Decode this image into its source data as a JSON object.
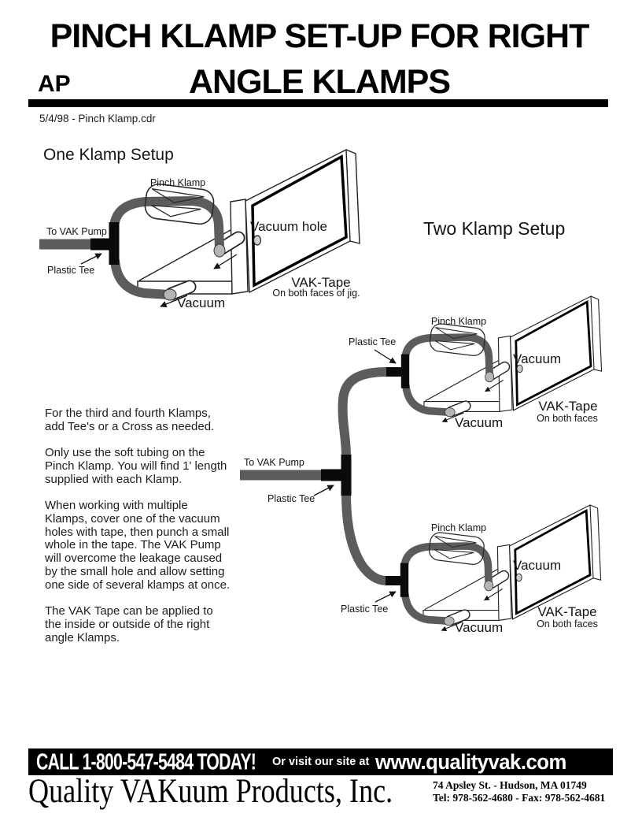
{
  "header": {
    "title_line1": "PINCH KLAMP SET-UP FOR RIGHT",
    "code": "AP",
    "title_line2": "ANGLE KLAMPS",
    "file_note": "5/4/98 - Pinch Klamp.cdr"
  },
  "diagrams": {
    "one_klamp": {
      "title": "One Klamp Setup",
      "pinch_klamp": "Pinch Klamp",
      "to_vak_pump": "To VAK Pump",
      "plastic_tee": "Plastic Tee",
      "vacuum_hole": "Vacuum hole",
      "vacuum": "Vacuum",
      "vak_tape": "VAK-Tape",
      "vak_tape_note": "On both faces of jig."
    },
    "two_klamp": {
      "title": "Two Klamp Setup",
      "to_vak_pump": "To VAK Pump",
      "plastic_tee_main": "Plastic Tee",
      "upper": {
        "pinch_klamp": "Pinch Klamp",
        "plastic_tee": "Plastic Tee",
        "vacuum_hole": "Vacuum",
        "vacuum": "Vacuum",
        "vak_tape": "VAK-Tape",
        "vak_tape_note": "On both faces"
      },
      "lower": {
        "pinch_klamp": "Pinch Klamp",
        "plastic_tee": "Plastic Tee",
        "vacuum_hole": "Vacuum",
        "vacuum": "Vacuum",
        "vak_tape": "VAK-Tape",
        "vak_tape_note": "On both faces"
      }
    }
  },
  "notes": {
    "p1": "For the third and fourth Klamps,\nadd Tee's or a Cross as needed.",
    "p2": "Only use the soft tubing on the\nPinch Klamp. You will find 1' length\nsupplied with each Klamp.",
    "p3": "When working with multiple\nKlamps, cover one of the vacuum\nholes with tape, then punch a small\nwhole in the tape.  The VAK Pump\nwill overcome the leakage caused\nby the small hole and allow setting\none side of several klamps at once.",
    "p4": "The VAK Tape can be applied to\nthe inside or outside of the right\nangle Klamps."
  },
  "footer": {
    "call": "CALL 1-800-547-5484 TODAY!",
    "visit": "Or visit our site at",
    "site": "www.qualityvak.com",
    "company": "Quality VAKuum Products, Inc.",
    "address": "74 Apsley St. - Hudson, MA 01749",
    "phone": "Tel: 978-562-4680 - Fax: 978-562-4681"
  },
  "colors": {
    "tube_gray": "#5c5c5c",
    "ink_black": "#111111",
    "cap_gray": "#b5b5b5",
    "hole_gray": "#cfcfcf"
  }
}
